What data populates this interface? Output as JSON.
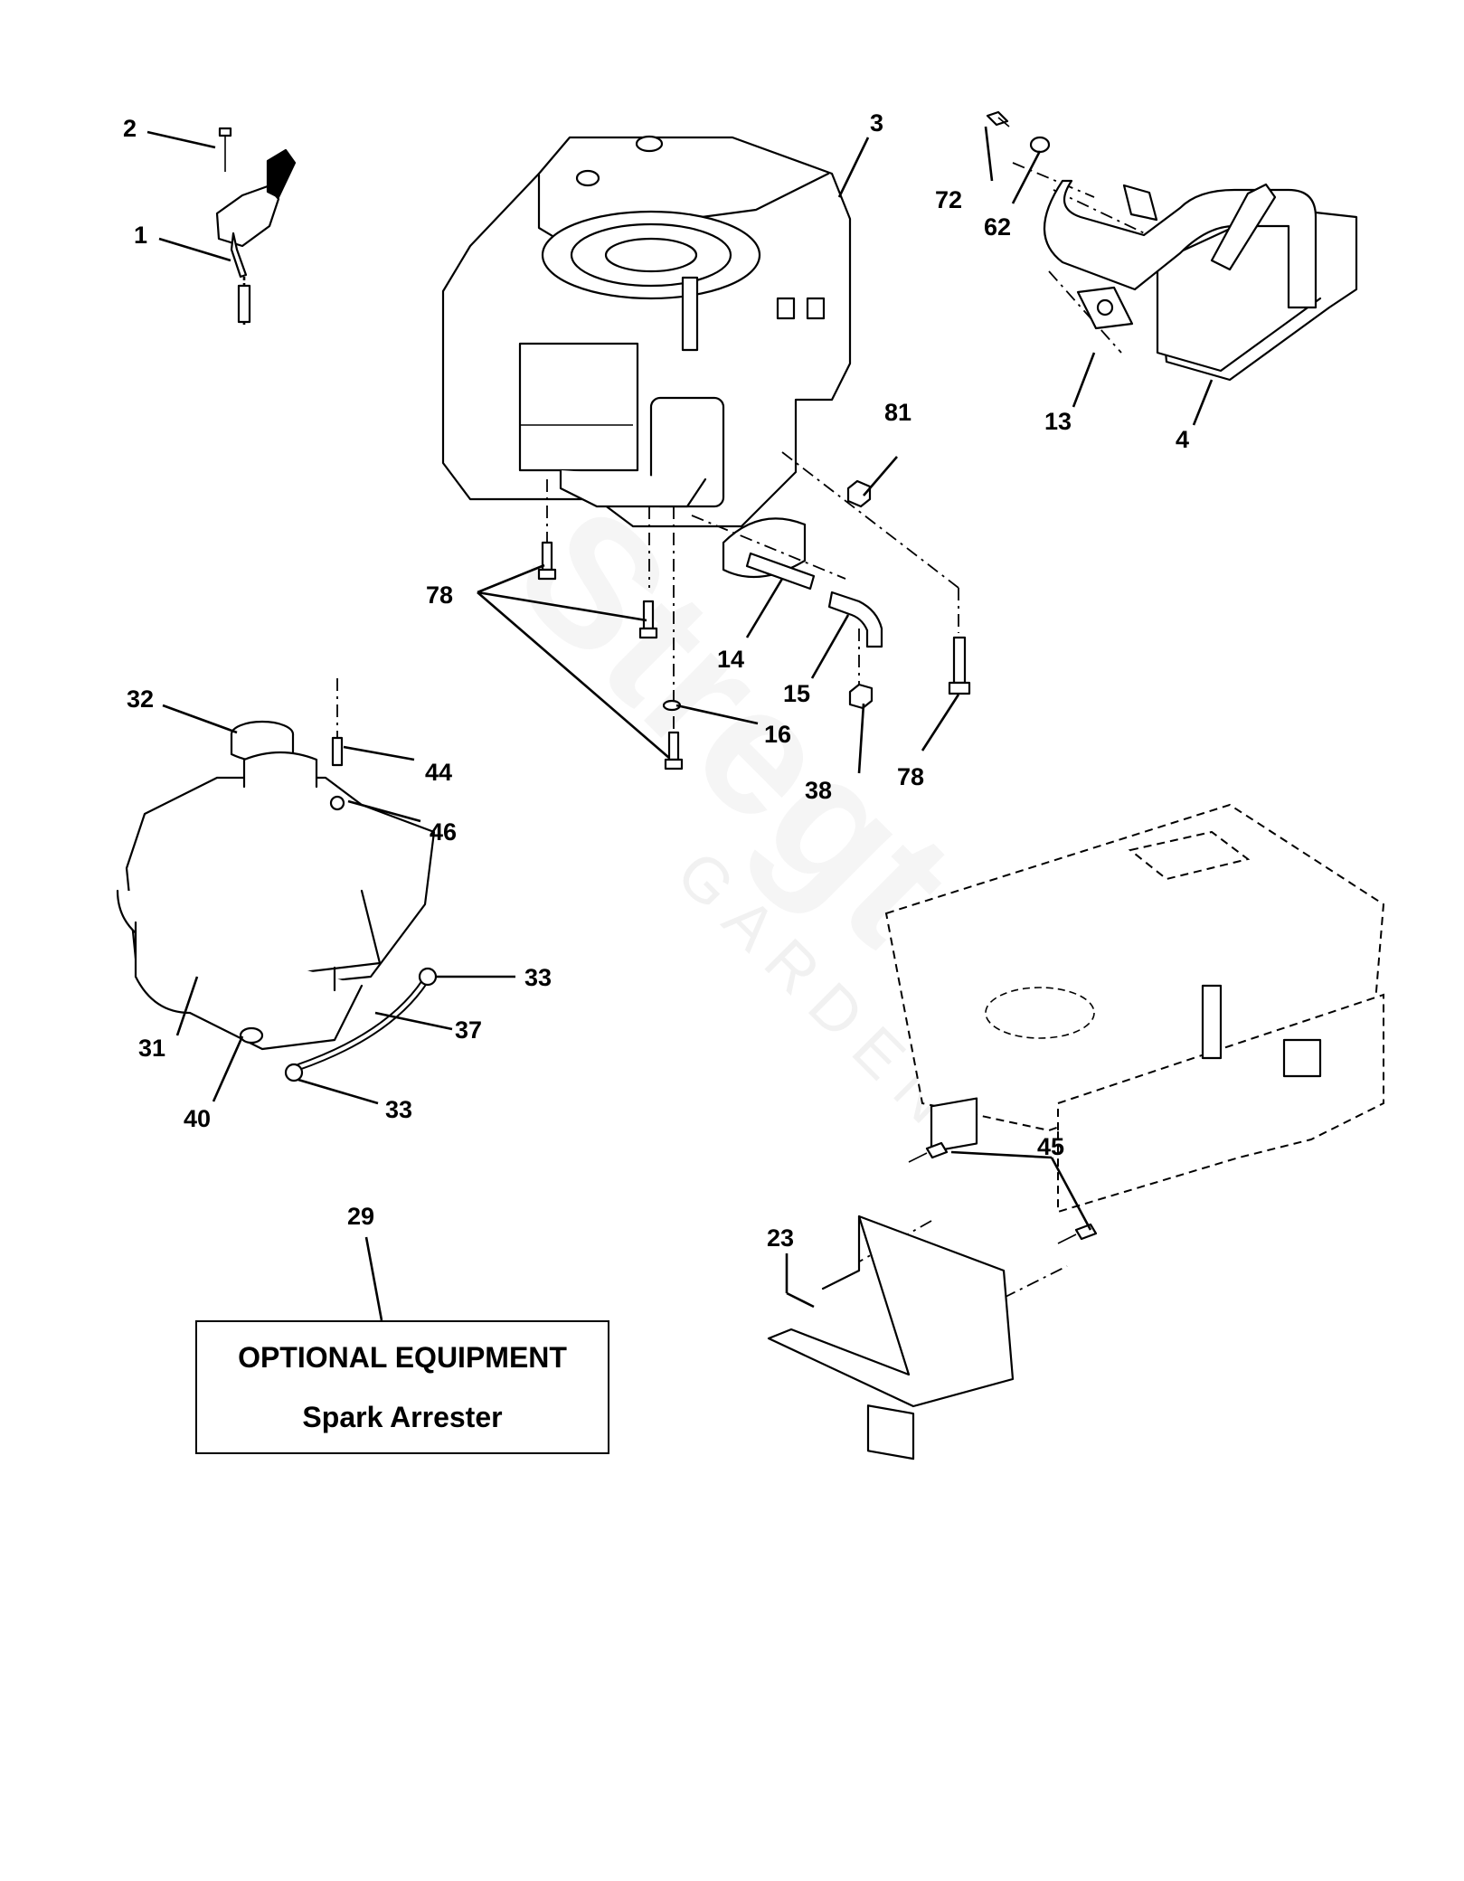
{
  "watermark": {
    "main": "Stregtek",
    "sub": "GARDEN"
  },
  "callouts": {
    "c1": "1",
    "c2": "2",
    "c3": "3",
    "c4": "4",
    "c13": "13",
    "c14": "14",
    "c15": "15",
    "c16": "16",
    "c23": "23",
    "c29": "29",
    "c31": "31",
    "c32": "32",
    "c33a": "33",
    "c33b": "33",
    "c37": "37",
    "c38": "38",
    "c40": "40",
    "c44": "44",
    "c45": "45",
    "c46": "46",
    "c62": "62",
    "c72": "72",
    "c78a": "78",
    "c78b": "78",
    "c81": "81"
  },
  "note": {
    "title": "OPTIONAL EQUIPMENT",
    "subtitle": "Spark Arrester"
  }
}
